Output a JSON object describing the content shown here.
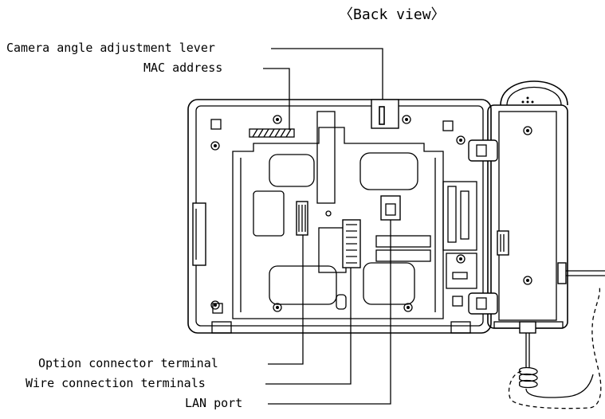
{
  "view_title": "〈Back view〉",
  "labels": {
    "camera_lever": "Camera angle adjustment lever",
    "mac_address": "MAC address",
    "option_connector": "Option connector terminal",
    "wire_terminals": "Wire connection terminals",
    "lan_port": "LAN port"
  }
}
